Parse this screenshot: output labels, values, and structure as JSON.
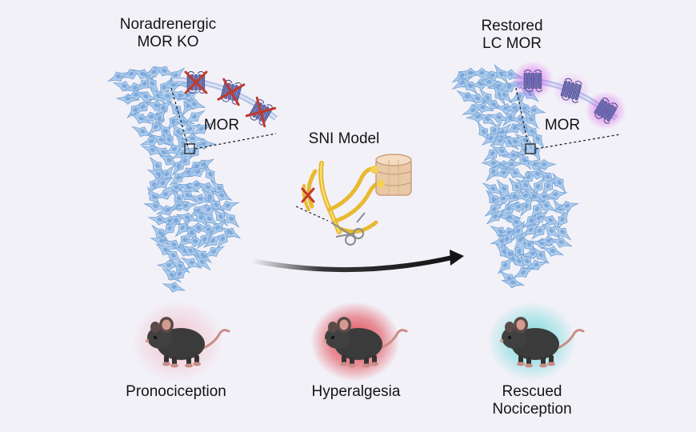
{
  "left_panel": {
    "title": "Noradrenergic\nMOR KO",
    "receptor_label": "MOR",
    "outcome_label": "Pronociception"
  },
  "center_panel": {
    "title": "SNI Model",
    "outcome_label": "Hyperalgesia"
  },
  "right_panel": {
    "title": "Restored\nLC MOR",
    "receptor_label": "MOR",
    "outcome_label": "Rescued\nNociception"
  },
  "colors": {
    "background": "#f3f1f8",
    "neuron": "#a9c9ec",
    "neuron_stroke": "#6f9fd2",
    "receptor": "#6a6fb2",
    "knockout_x": "#c0392b",
    "receptor_glow": "#d65ae8",
    "pain_glow": "#e0505a",
    "rescue_glow": "#7ad8dc",
    "nerve": "#f2c64a",
    "spinal_cord": "#e9c8a6"
  }
}
